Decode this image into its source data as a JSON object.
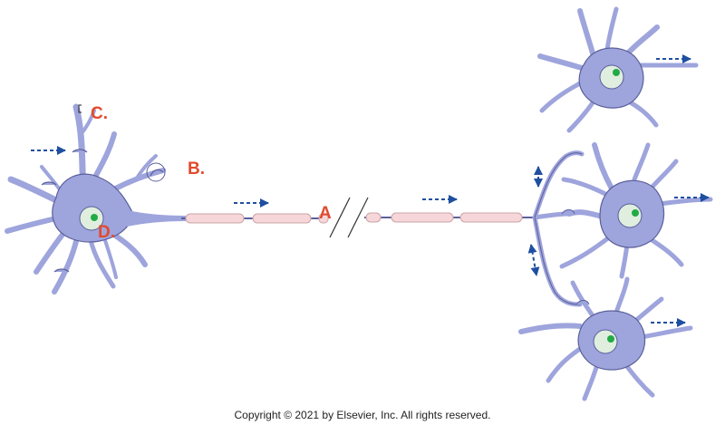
{
  "labels": {
    "a": "A",
    "b": "B.",
    "c": "C.",
    "d": "D."
  },
  "copyright": "Copyright © 2021 by Elsevier, Inc. All rights reserved.",
  "colors": {
    "neuron_body": "#9ea4dc",
    "neuron_outline": "#5a5f9a",
    "nucleus": "#dfeede",
    "nucleolus": "#22aa44",
    "myelin": "#f6d6d8",
    "myelin_outline": "#c9a4a8",
    "arrow": "#1f4fa0",
    "label": "#e24a2c"
  }
}
